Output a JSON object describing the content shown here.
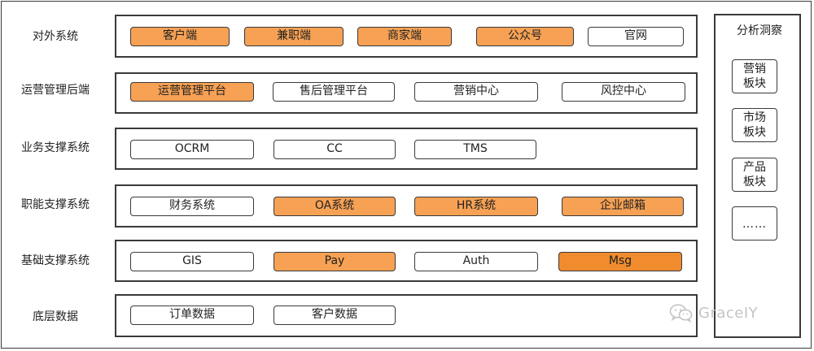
{
  "rows": [
    {
      "label": "对外系统",
      "items": [
        {
          "label": "客户端",
          "style": "hl"
        },
        {
          "label": "兼职端",
          "style": "hl"
        },
        {
          "label": "商家端",
          "style": "hl"
        },
        {
          "label": "公众号",
          "style": "hl"
        },
        {
          "label": "官网",
          "style": "plain"
        }
      ]
    },
    {
      "label": "运营管理后端",
      "items": [
        {
          "label": "运营管理平台",
          "style": "hl"
        },
        {
          "label": "售后管理平台",
          "style": "plain"
        },
        {
          "label": "营销中心",
          "style": "plain"
        },
        {
          "label": "风控中心",
          "style": "plain"
        }
      ]
    },
    {
      "label": "业务支撑系统",
      "items": [
        {
          "label": "OCRM",
          "style": "plain"
        },
        {
          "label": "CC",
          "style": "plain"
        },
        {
          "label": "TMS",
          "style": "plain"
        }
      ]
    },
    {
      "label": "职能支撑系统",
      "items": [
        {
          "label": "财务系统",
          "style": "plain"
        },
        {
          "label": "OA系统",
          "style": "hl"
        },
        {
          "label": "HR系统",
          "style": "hl"
        },
        {
          "label": "企业邮箱",
          "style": "hl"
        }
      ]
    },
    {
      "label": "基础支撑系统",
      "items": [
        {
          "label": "GIS",
          "style": "plain"
        },
        {
          "label": "Pay",
          "style": "hl"
        },
        {
          "label": "Auth",
          "style": "plain"
        },
        {
          "label": "Msg",
          "style": "hl-strong"
        }
      ]
    },
    {
      "label": "底层数据",
      "items": [
        {
          "label": "订单数据",
          "style": "plain"
        },
        {
          "label": "客户数据",
          "style": "plain"
        }
      ]
    }
  ],
  "side_panel": {
    "title": "分析洞察",
    "items": [
      "营销板块",
      "市场板块",
      "产品板块",
      "……"
    ]
  },
  "watermark": {
    "text": "GraceIY",
    "icon": "wechat-icon"
  },
  "colors": {
    "highlight": "#f7a154",
    "highlight_strong": "#f08b2e",
    "border": "#3a3a3a",
    "watermark": "#c4c4c4"
  }
}
